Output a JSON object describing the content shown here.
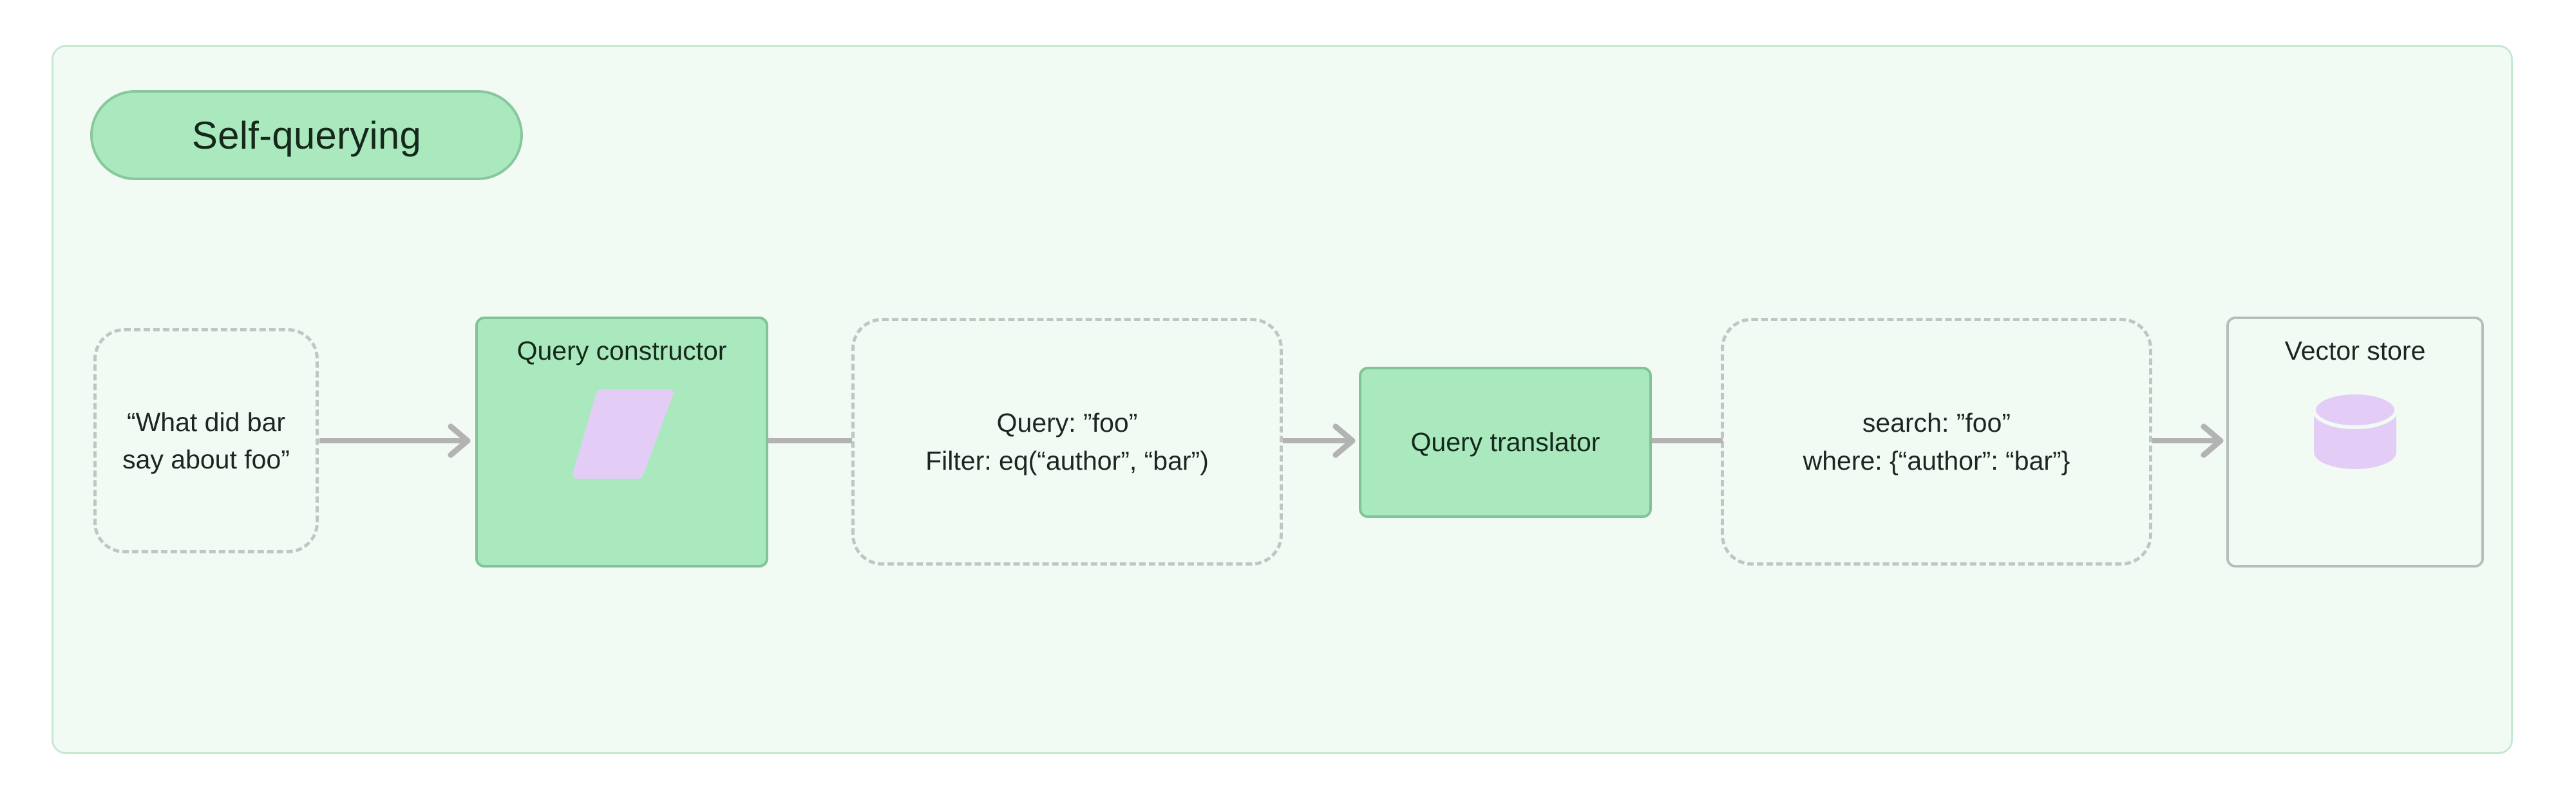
{
  "diagram": {
    "title": "Self-querying",
    "background_color": "#f1faf3",
    "container_border_color": "#c6e9d2",
    "accent_green": "#a9e9bd",
    "accent_purple": "#e3cdf7",
    "edge_color": "#b3b3b3",
    "dashed_border_color": "#bfc7c4"
  },
  "nodes": [
    {
      "id": "user-question",
      "kind": "dashed",
      "line1": "“What did bar",
      "line2": "say about foo”"
    },
    {
      "id": "query-constructor",
      "kind": "process",
      "label": "Query constructor",
      "icon": "llm-parallelogram-icon"
    },
    {
      "id": "structured-query",
      "kind": "dashed",
      "line1": "Query: ”foo”",
      "line2": "Filter: eq(“author”, “bar”)"
    },
    {
      "id": "query-translator",
      "kind": "process",
      "label": "Query translator"
    },
    {
      "id": "translated-query",
      "kind": "dashed",
      "line1": "search: ”foo”",
      "line2": "where: {“author”: “bar”}"
    },
    {
      "id": "vector-store",
      "kind": "store",
      "label": "Vector store",
      "icon": "database-cylinder-icon"
    }
  ]
}
